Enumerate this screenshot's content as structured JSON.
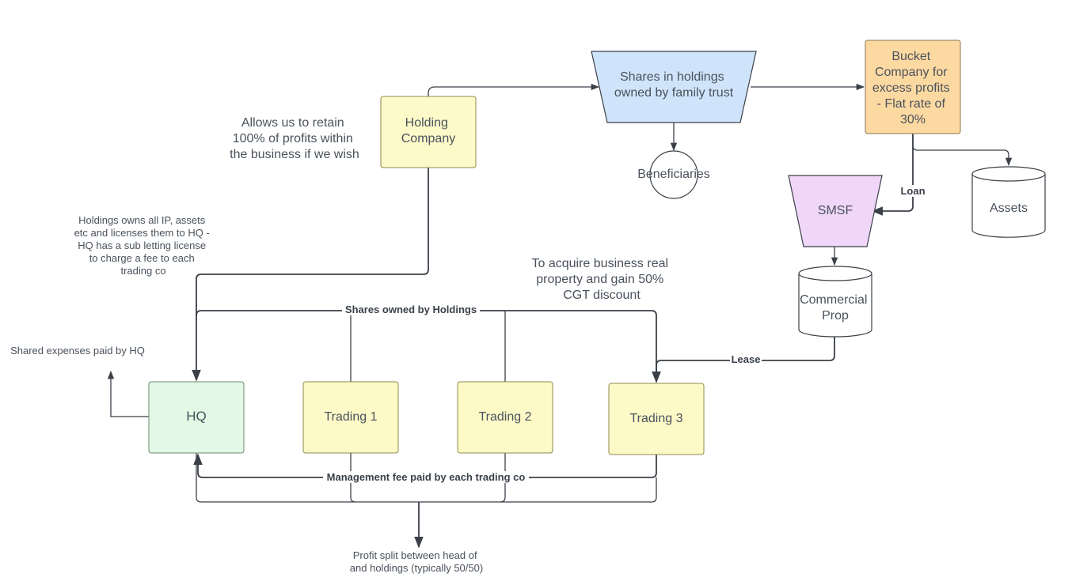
{
  "nodes": {
    "holding_company": [
      "Holding",
      "Company"
    ],
    "shares_trust": [
      "Shares in holdings",
      "owned by family trust"
    ],
    "bucket_company": [
      "Bucket",
      "Company for",
      "excess profits",
      "- Flat rate of",
      "30%"
    ],
    "beneficiaries": "Beneficiaries",
    "smsf": "SMSF",
    "assets": "Assets",
    "commercial_prop": [
      "Commercial",
      "Prop"
    ],
    "hq": "HQ",
    "trading_1": "Trading 1",
    "trading_2": "Trading 2",
    "trading_3": "Trading 3"
  },
  "notes": {
    "retain_profits": [
      "Allows us to retain",
      "100% of profits within",
      "the business if we wish"
    ],
    "holdings_ip": [
      "Holdings owns all IP, assets",
      "etc and licenses them to HQ -",
      "HQ has a sub letting license",
      "to charge a fee to each",
      "trading co"
    ],
    "acquire_property": [
      "To acquire business real",
      "property and gain 50%",
      "CGT discount"
    ],
    "shared_expenses": "Shared expenses paid by HQ",
    "profit_split": [
      "Profit split between head of",
      "and holdings (typically 50/50)"
    ]
  },
  "edge_labels": {
    "loan": "Loan",
    "lease": "Lease",
    "shares_owned": "Shares owned by Holdings",
    "management_fee": "Management fee paid by each trading co"
  },
  "colors": {
    "holding_fill": "#fdf9c9",
    "holding_stroke": "#c9c46a",
    "trust_fill": "#cfe4fb",
    "bucket_fill": "#fdd9a2",
    "smsf_fill": "#f0d6f9",
    "hq_fill": "#e3f8e5",
    "trading_fill": "#fdfac8",
    "line": "#3b4048"
  }
}
